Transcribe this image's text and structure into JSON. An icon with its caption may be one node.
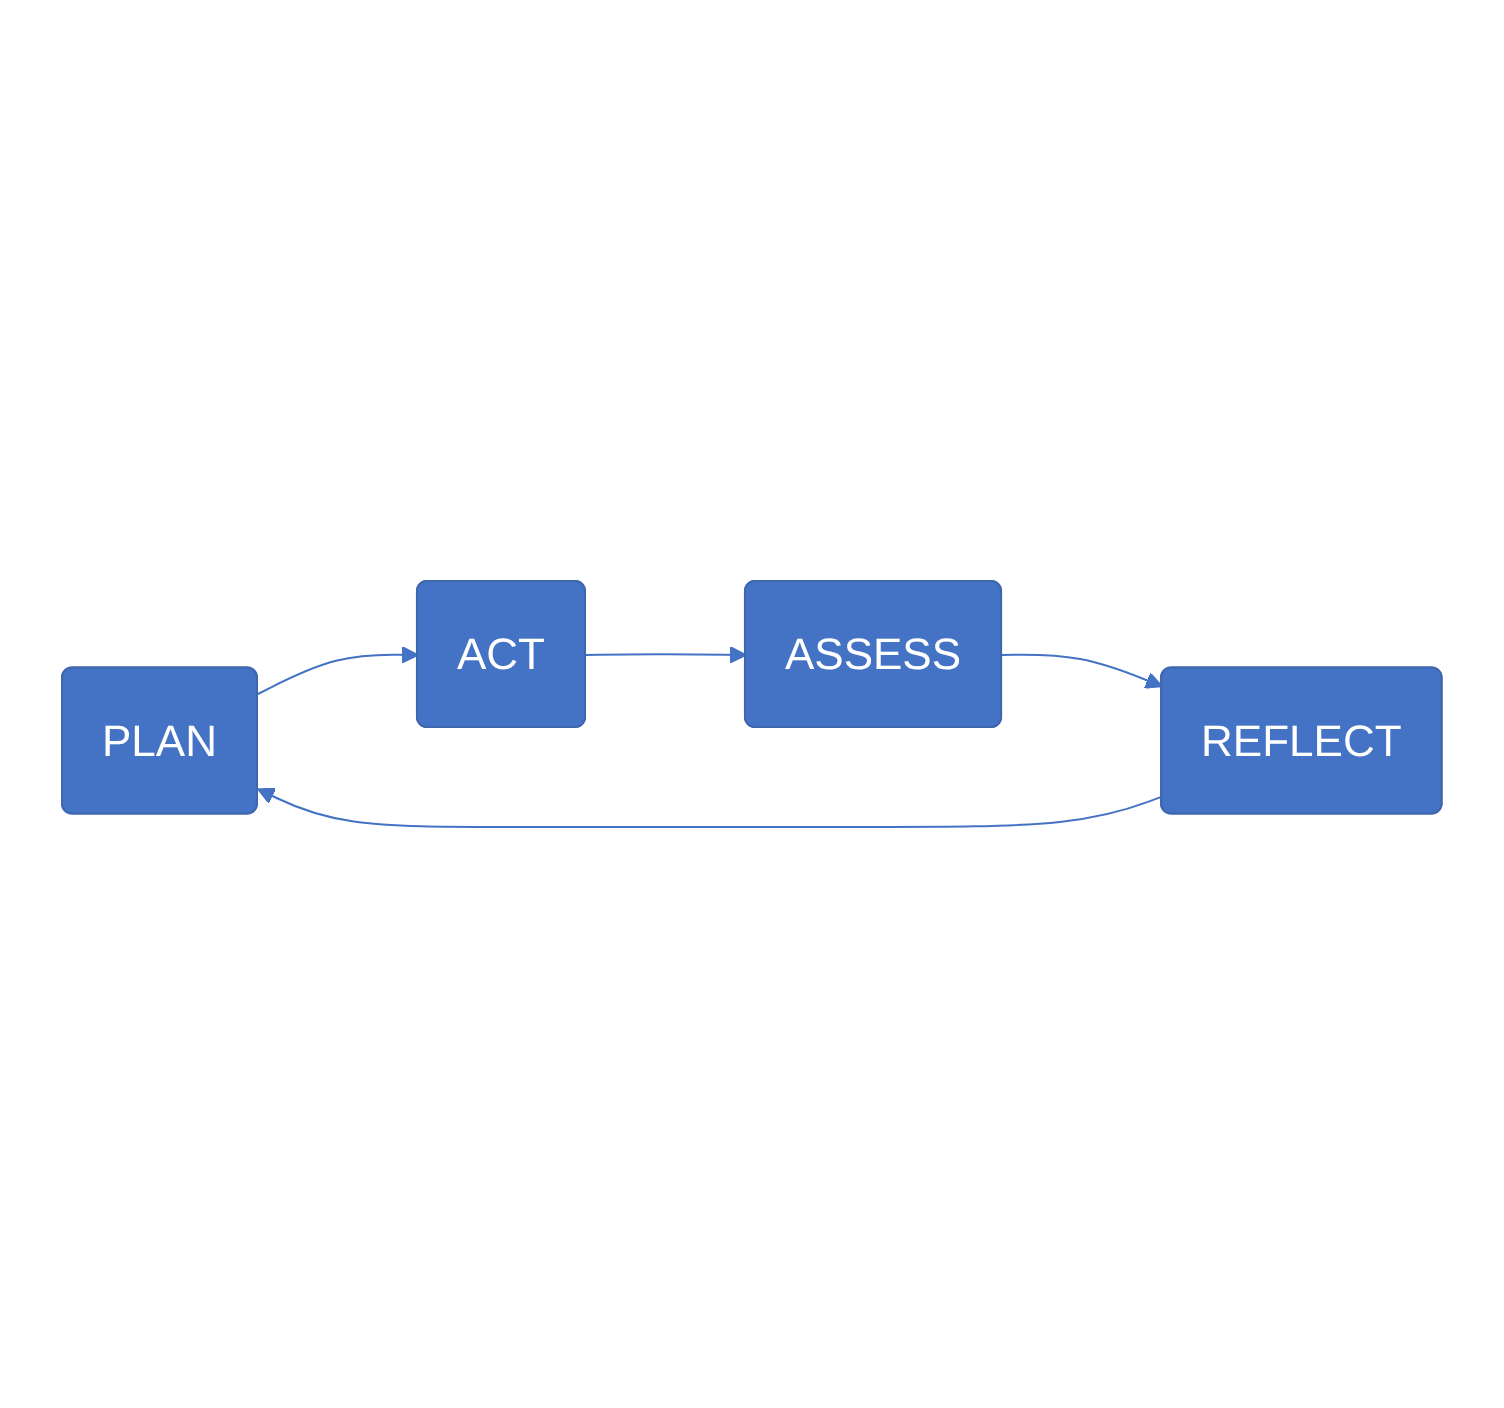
{
  "diagram": {
    "nodes": [
      {
        "text": [
          "PLAN"
        ]
      },
      {
        "text": [
          "ACT"
        ]
      },
      {
        "text": [
          "ASSESS"
        ]
      },
      {
        "text": [
          "REFLECT"
        ]
      }
    ],
    "edges": [
      {
        "from": 0,
        "to": 1,
        "arrow": "to"
      },
      {
        "from": 1,
        "to": 2,
        "arrow": "to"
      },
      {
        "from": 2,
        "to": 3,
        "arrow": "to"
      },
      {
        "from": 3,
        "to": 0,
        "arrow": "to"
      }
    ]
  }
}
